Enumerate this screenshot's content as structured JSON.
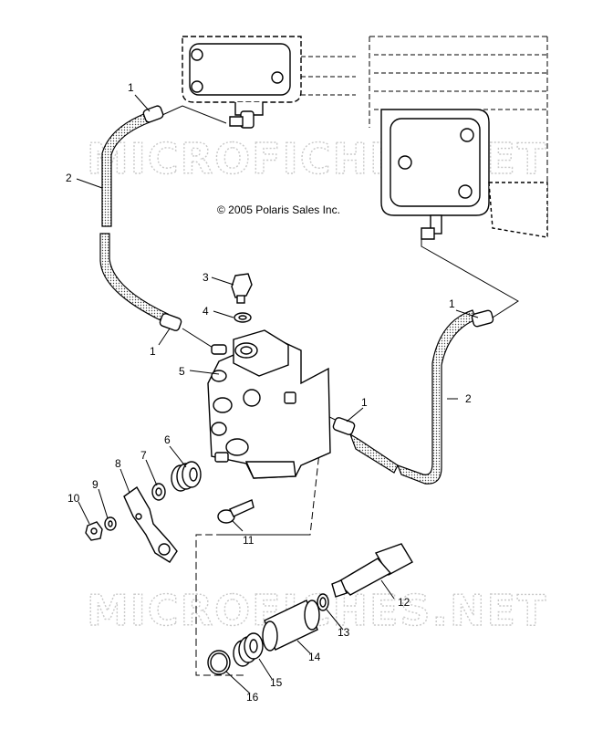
{
  "copyright": "© 2005 Polaris Sales Inc.",
  "watermark": "MICROFICHES.NET",
  "callouts": {
    "c1a": "1",
    "c1b": "1",
    "c1c": "1",
    "c1d": "1",
    "c2a": "2",
    "c2b": "2",
    "c3": "3",
    "c4": "4",
    "c5": "5",
    "c6": "6",
    "c7": "7",
    "c8": "8",
    "c9": "9",
    "c10": "10",
    "c11": "11",
    "c12": "12",
    "c13": "13",
    "c14": "14",
    "c15": "15",
    "c16": "16"
  }
}
